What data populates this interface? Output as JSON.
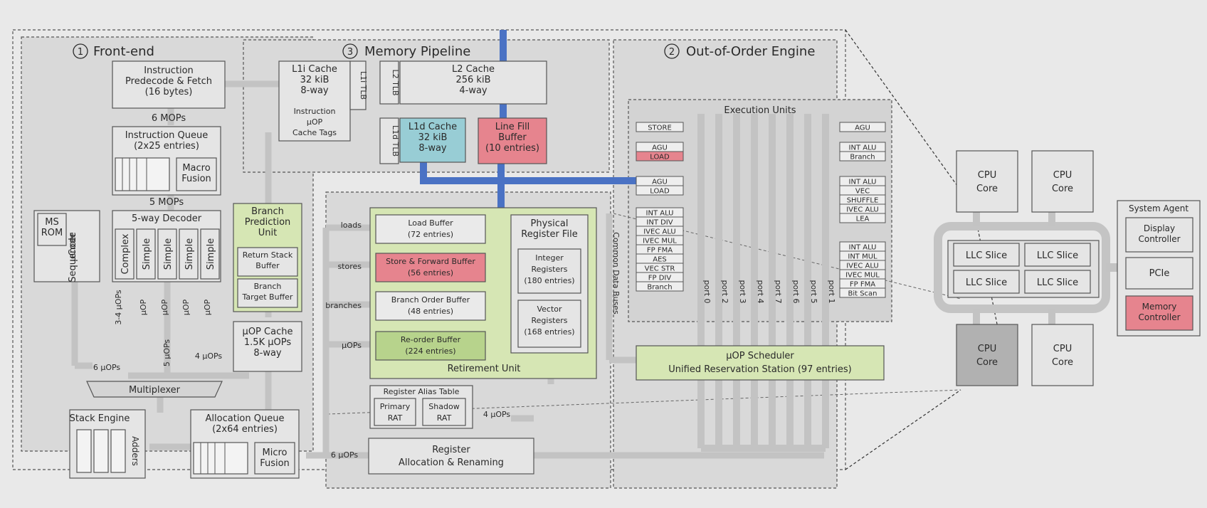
{
  "sections": {
    "front_end": {
      "num": "1",
      "title": "Front-end"
    },
    "ooo": {
      "num": "2",
      "title": "Out-of-Order Engine"
    },
    "memory": {
      "num": "3",
      "title": "Memory Pipeline"
    }
  },
  "front_end": {
    "fetch": [
      "Instruction",
      "Predecode & Fetch",
      "(16 bytes)"
    ],
    "mops6": "6 MOPs",
    "iq": [
      "Instruction Queue",
      "(2x25 entries)"
    ],
    "macro": [
      "Macro",
      "Fusion"
    ],
    "mops5": "5 MOPs",
    "decoder": "5-way Decoder",
    "decoder_units": [
      "Complex",
      "Simple",
      "Simple",
      "Simple",
      "Simple"
    ],
    "ms_rom": [
      "MS",
      "ROM"
    ],
    "ucode": [
      "µCode",
      "Sequencer"
    ],
    "dec_outputs": [
      "3-4 µOPs",
      "µOP",
      "µOP",
      "µOP",
      "µOP"
    ],
    "bpu": [
      "Branch",
      "Prediction",
      "Unit"
    ],
    "rsb": [
      "Return Stack",
      "Buffer"
    ],
    "btb": [
      "Branch",
      "Target Buffer"
    ],
    "uop_cache": [
      "µOP Cache",
      "1.5K µOPs",
      "8-way"
    ],
    "lbl_6uops": "6 µOPs",
    "lbl_5uops": "5 µOPs",
    "lbl_4uops": "4 µOPs",
    "mux": "Multiplexer",
    "stack_engine": "Stack Engine",
    "adders": "Adders",
    "alloc_queue": [
      "Allocation Queue",
      "(2x64 entries)"
    ],
    "micro": [
      "Micro",
      "Fusion"
    ],
    "lbl_6uops_out": "6 µOPs"
  },
  "memory": {
    "l1i": [
      "L1i Cache",
      "32 kiB",
      "8-way"
    ],
    "l1i_tags": [
      "Instruction",
      "µOP",
      "Cache Tags"
    ],
    "l1i_tlb": "L1i TLB",
    "l2_tlb": "L2 TLB",
    "l2": [
      "L2 Cache",
      "256 kiB",
      "4-way"
    ],
    "l1d_tlb": "L1d TLB",
    "l1d": [
      "L1d Cache",
      "32 kiB",
      "8-way"
    ],
    "lfb": [
      "Line Fill",
      "Buffer",
      "(10 entries)"
    ]
  },
  "ooo": {
    "load_buf": [
      "Load Buffer",
      "(72 entries)"
    ],
    "sfb": [
      "Store & Forward Buffer",
      "(56 entries)"
    ],
    "bob": [
      "Branch Order Buffer",
      "(48 entries)"
    ],
    "rob": [
      "Re-order Buffer",
      "(224 entries)"
    ],
    "retire": "Retirement Unit",
    "prf": [
      "Physical",
      "Register File"
    ],
    "int_regs": [
      "Integer",
      "Registers",
      "(180 entries)"
    ],
    "vec_regs": [
      "Vector",
      "Registers",
      "(168 entries)"
    ],
    "side_labels": [
      "loads",
      "stores",
      "branches",
      "µOPs"
    ],
    "rat": "Register Alias Table",
    "primary_rat": [
      "Primary",
      "RAT"
    ],
    "shadow_rat": [
      "Shadow",
      "RAT"
    ],
    "lbl_4uops": "4 µOPs",
    "rename": [
      "Register",
      "Allocation & Renaming"
    ],
    "cdb": "Common Data Buses",
    "exec_title": "Execution Units",
    "port_labels": [
      "port 0",
      "port 2",
      "port 3",
      "port 4",
      "port 7",
      "port 6",
      "port 5",
      "port 1"
    ],
    "left_units": [
      [
        "STORE"
      ],
      [
        "AGU",
        "LOAD"
      ],
      [
        "AGU",
        "LOAD"
      ],
      [
        "INT ALU",
        "INT DIV",
        "IVEC ALU",
        "IVEC MUL",
        "FP FMA",
        "AES",
        "VEC STR",
        "FP DIV",
        "Branch"
      ]
    ],
    "right_units": [
      [
        "AGU"
      ],
      [
        "INT ALU",
        "Branch"
      ],
      [
        "INT ALU",
        "VEC",
        "SHUFFLE",
        "IVEC ALU",
        "LEA"
      ],
      [
        "INT ALU",
        "INT MUL",
        "IVEC ALU",
        "IVEC MUL",
        "FP FMA",
        "Bit Scan"
      ]
    ],
    "scheduler": [
      "µOP Scheduler",
      "Unified Reservation Station (97 entries)"
    ]
  },
  "chip": {
    "core": [
      "CPU",
      "Core"
    ],
    "llc": "LLC Slice",
    "agent_title": "System Agent",
    "display": [
      "Display",
      "Controller"
    ],
    "pcie": "PCIe",
    "memctrl": [
      "Memory",
      "Controller"
    ]
  },
  "colors": {
    "l1d": "#98cdd5",
    "lfb": "#e6848e",
    "load": "#e6848e",
    "green": "#d6e6b4",
    "rob": "#b7d38c",
    "blue": "#4a72c4",
    "highlight_core": "#b1b1b1"
  }
}
